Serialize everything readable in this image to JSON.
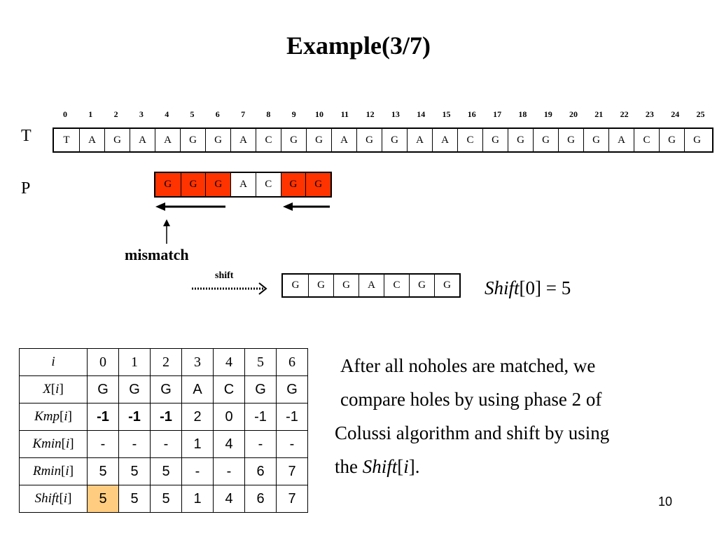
{
  "title": "Example(3/7)",
  "indices": [
    "0",
    "1",
    "2",
    "3",
    "4",
    "5",
    "6",
    "7",
    "8",
    "9",
    "10",
    "11",
    "12",
    "13",
    "14",
    "15",
    "16",
    "17",
    "18",
    "19",
    "20",
    "21",
    "22",
    "23",
    "24",
    "25"
  ],
  "text_label": "T",
  "text": [
    "T",
    "A",
    "G",
    "A",
    "A",
    "G",
    "G",
    "A",
    "C",
    "G",
    "G",
    "A",
    "G",
    "G",
    "A",
    "A",
    "C",
    "G",
    "G",
    "G",
    "G",
    "G",
    "A",
    "C",
    "G",
    "G"
  ],
  "pattern_label": "P",
  "pattern": [
    {
      "ch": "G",
      "red": true
    },
    {
      "ch": "G",
      "red": true
    },
    {
      "ch": "G",
      "red": true
    },
    {
      "ch": "A",
      "red": false
    },
    {
      "ch": "C",
      "red": false
    },
    {
      "ch": "G",
      "red": true
    },
    {
      "ch": "G",
      "red": true
    }
  ],
  "mismatch_label": "mismatch",
  "shift_label": "shift",
  "shifted_pattern": [
    "G",
    "G",
    "G",
    "A",
    "C",
    "G",
    "G"
  ],
  "shift_eq": {
    "name": "Shift",
    "rest": "[0] = 5"
  },
  "table": {
    "header": {
      "label": "i",
      "values": [
        "0",
        "1",
        "2",
        "3",
        "4",
        "5",
        "6"
      ]
    },
    "rows": [
      {
        "name": "X",
        "var": "i",
        "values": [
          "G",
          "G",
          "G",
          "A",
          "C",
          "G",
          "G"
        ]
      },
      {
        "name": "Kmp",
        "var": "i",
        "values": [
          "-1",
          "-1",
          "-1",
          "2",
          "0",
          "-1",
          "-1"
        ]
      },
      {
        "name": "Kmin",
        "var": "i",
        "values": [
          "-",
          "-",
          "-",
          "1",
          "4",
          "-",
          "-"
        ]
      },
      {
        "name": "Rmin",
        "var": "i",
        "values": [
          "5",
          "5",
          "5",
          "-",
          "-",
          "6",
          "7"
        ]
      },
      {
        "name": "Shift",
        "var": "i",
        "values": [
          "5",
          "5",
          "5",
          "1",
          "4",
          "6",
          "7"
        ]
      }
    ]
  },
  "paragraph": {
    "line1": "After all noholes are matched, we",
    "line2": "compare holes by using phase 2 of",
    "line3": "Colussi algorithm and shift by using",
    "line4_prefix": "the ",
    "line4_name": "Shift",
    "line4_var": "i",
    "line4_suffix": "]."
  },
  "page_number": "10"
}
